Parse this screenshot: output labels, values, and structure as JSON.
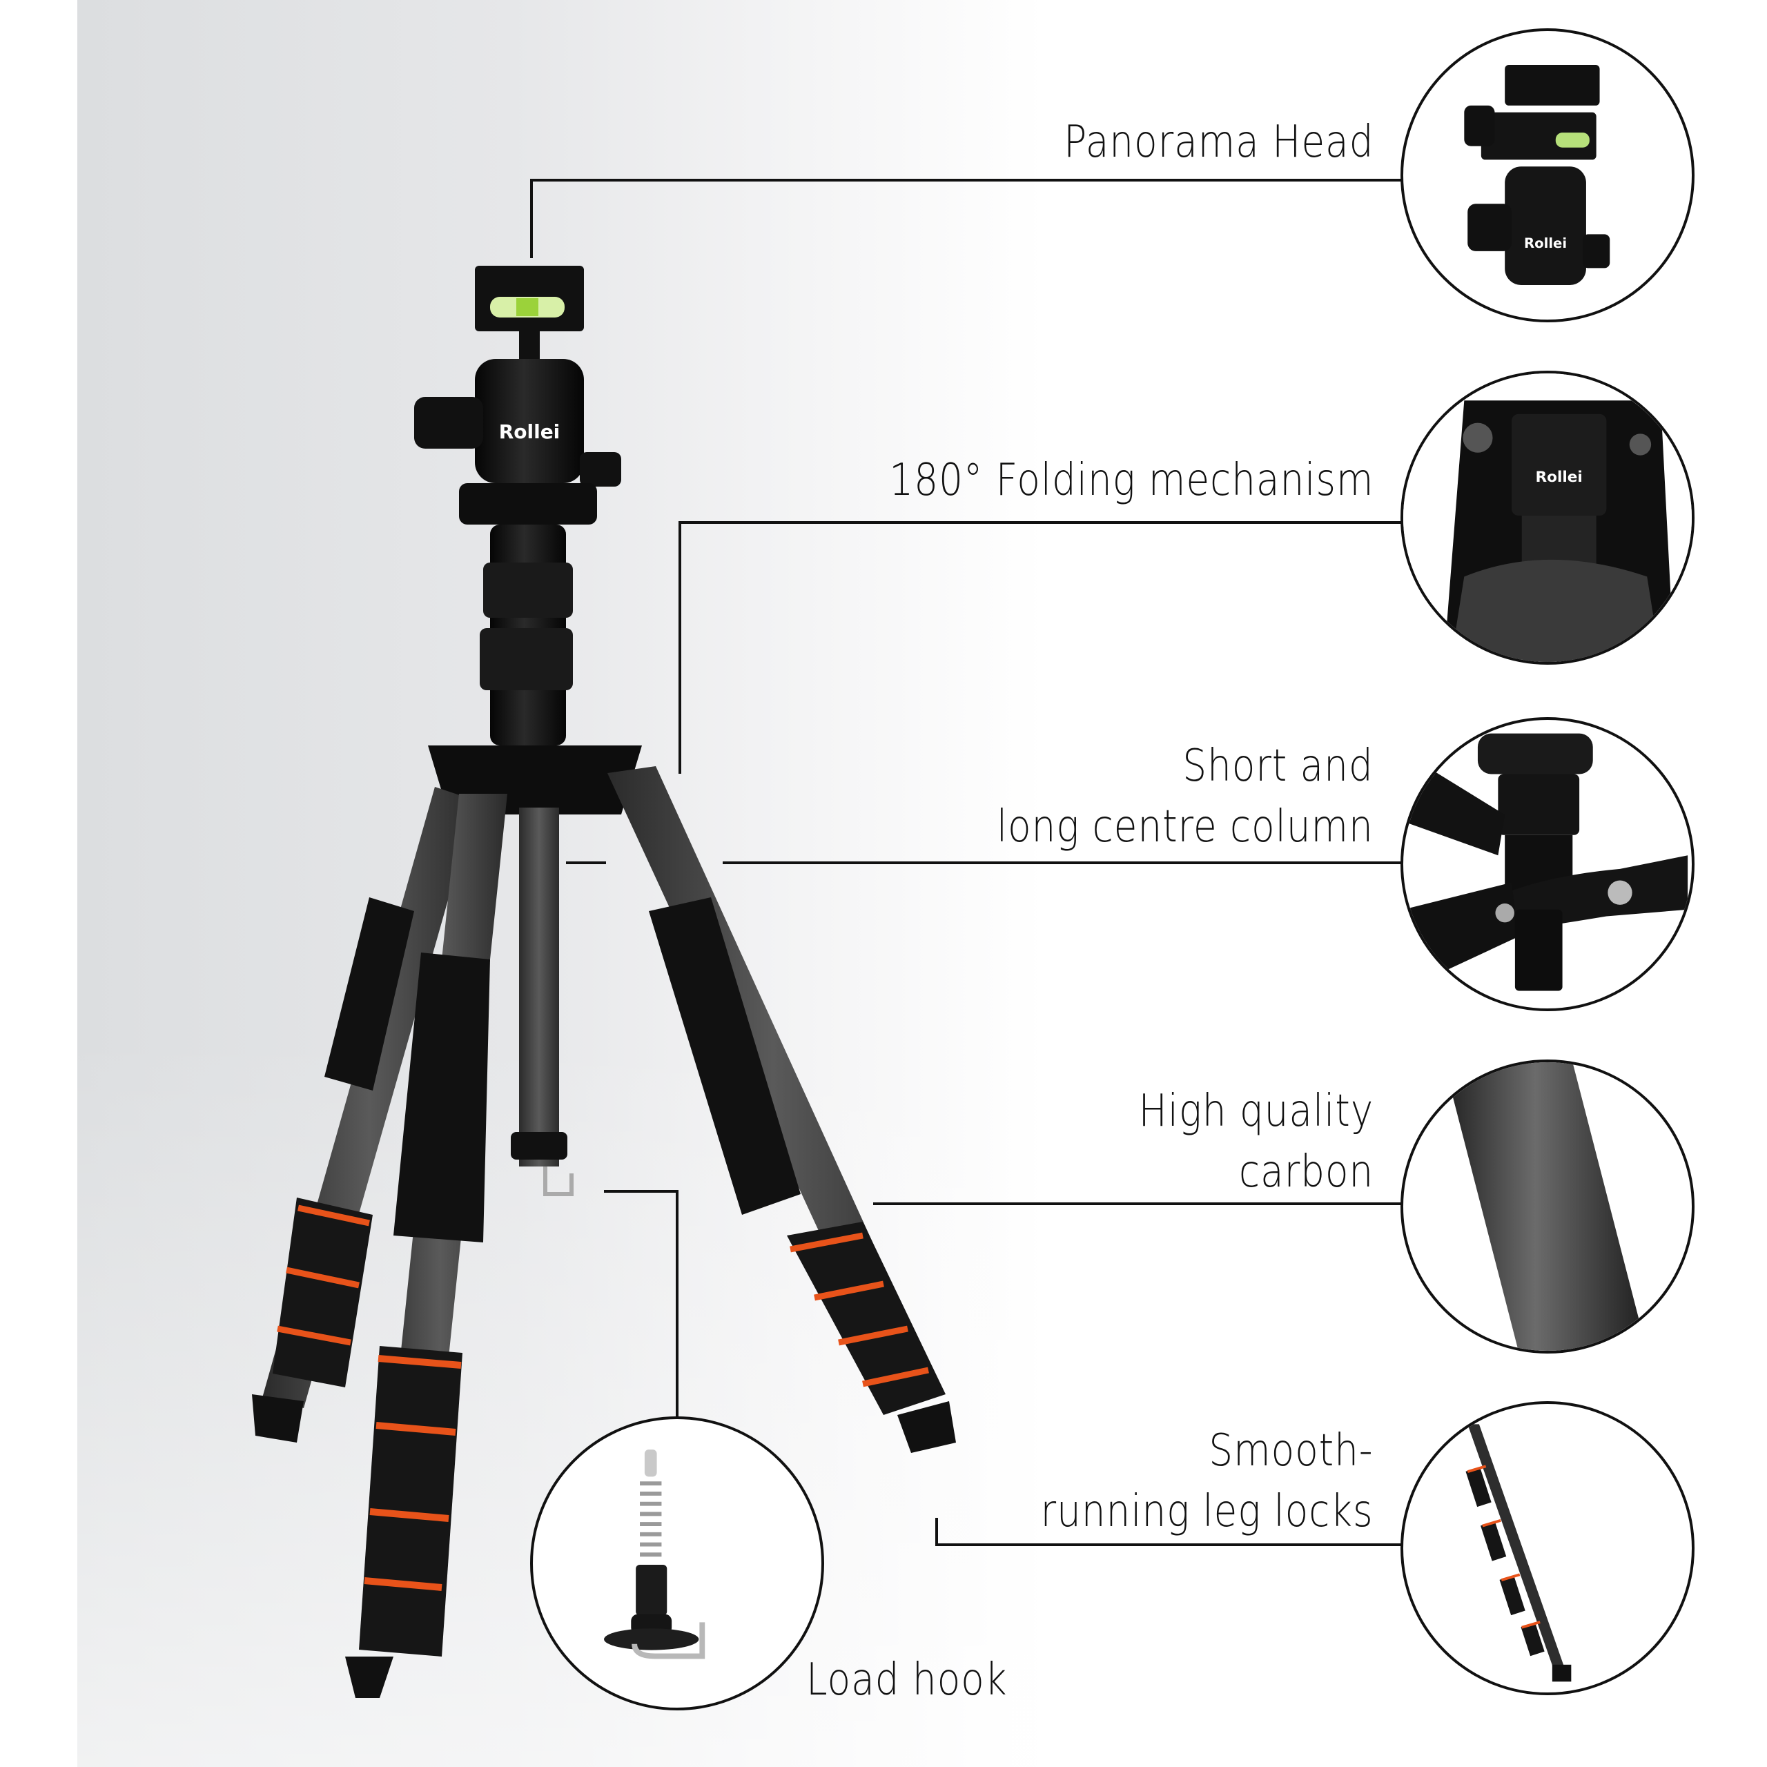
{
  "brand": "Rollei",
  "colors": {
    "accent_orange": "#e8531a",
    "body_black": "#141414",
    "line": "#111111",
    "background_gray": "#e2e3e5"
  },
  "features": [
    {
      "id": "panorama-head",
      "lines": [
        "Panorama Head"
      ],
      "icon": "ball-head-icon"
    },
    {
      "id": "folding",
      "lines": [
        "180° Folding mechanism"
      ],
      "icon": "leg-hinge-icon"
    },
    {
      "id": "centre-column",
      "lines": [
        "Short and",
        "long centre column"
      ],
      "icon": "centre-column-icon"
    },
    {
      "id": "carbon",
      "lines": [
        "High quality",
        "carbon"
      ],
      "icon": "carbon-tube-icon"
    },
    {
      "id": "leg-locks",
      "lines": [
        "Smooth-",
        "running leg locks"
      ],
      "icon": "leg-locks-icon"
    },
    {
      "id": "load-hook",
      "lines": [
        "Load hook"
      ],
      "icon": "load-hook-icon"
    }
  ]
}
